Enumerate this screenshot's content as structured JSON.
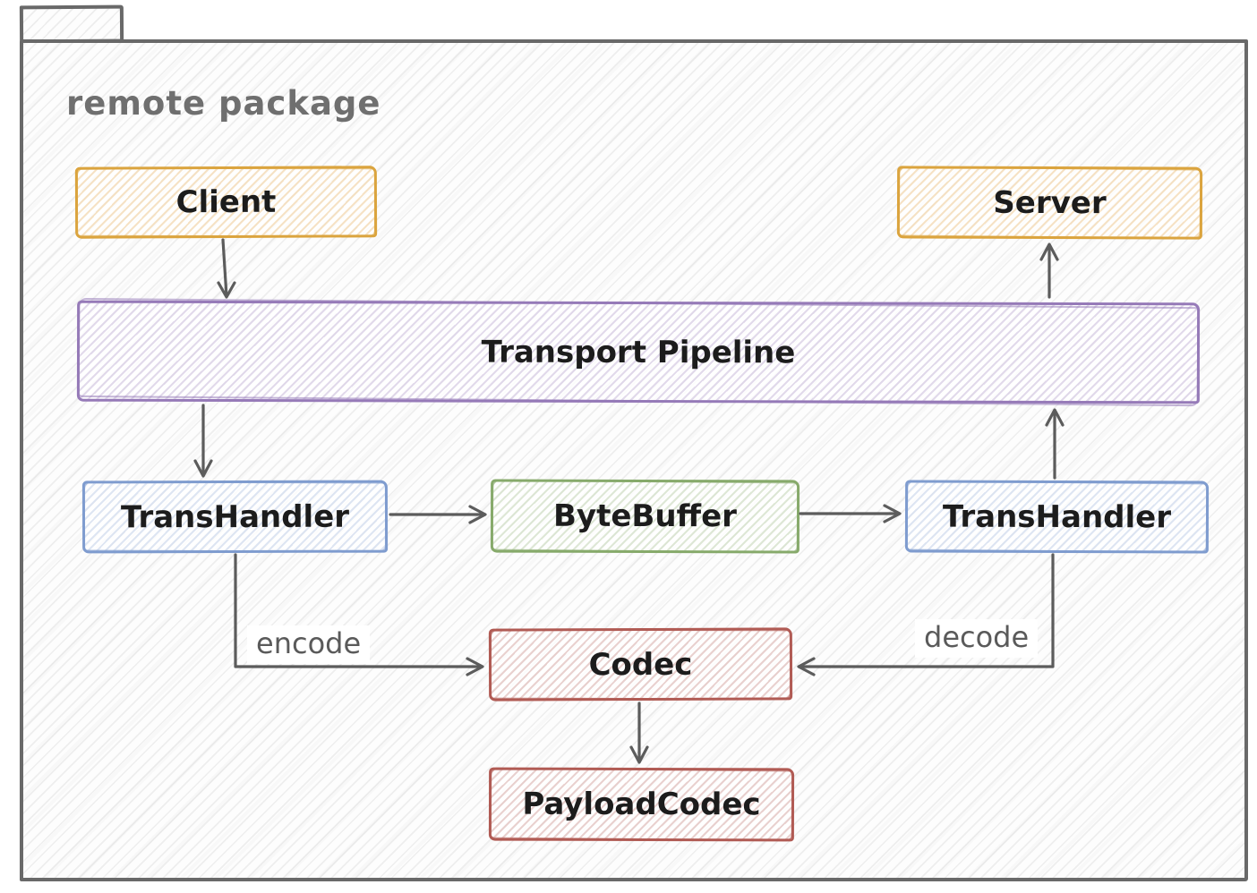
{
  "package": {
    "title": "remote package"
  },
  "nodes": {
    "client": {
      "label": "Client",
      "color": "#dba43e"
    },
    "server": {
      "label": "Server",
      "color": "#dba43e"
    },
    "pipeline": {
      "label": "Transport Pipeline",
      "color": "#967ab8"
    },
    "trans_handler_left": {
      "label": "TransHandler",
      "color": "#7f9ccf"
    },
    "byte_buffer": {
      "label": "ByteBuffer",
      "color": "#87aa6b"
    },
    "trans_handler_right": {
      "label": "TransHandler",
      "color": "#7f9ccf"
    },
    "codec": {
      "label": "Codec",
      "color": "#b15b54"
    },
    "payload_codec": {
      "label": "PayloadCodec",
      "color": "#b15b54"
    }
  },
  "edges": [
    {
      "from": "Client",
      "to": "Transport Pipeline",
      "label": ""
    },
    {
      "from": "Transport Pipeline",
      "to": "TransHandler (left)",
      "label": ""
    },
    {
      "from": "TransHandler (left)",
      "to": "ByteBuffer",
      "label": ""
    },
    {
      "from": "ByteBuffer",
      "to": "TransHandler (right)",
      "label": ""
    },
    {
      "from": "TransHandler (right)",
      "to": "Transport Pipeline",
      "label": ""
    },
    {
      "from": "Transport Pipeline",
      "to": "Server",
      "label": ""
    },
    {
      "from": "TransHandler (left)",
      "to": "Codec",
      "label": "encode"
    },
    {
      "from": "TransHandler (right)",
      "to": "Codec",
      "label": "decode"
    },
    {
      "from": "Codec",
      "to": "PayloadCodec",
      "label": ""
    }
  ],
  "colors": {
    "package_border": "#696969",
    "title_text": "#6f6f6f",
    "arrow": "#5c5c5c",
    "node_text": "#1c1c1c"
  }
}
